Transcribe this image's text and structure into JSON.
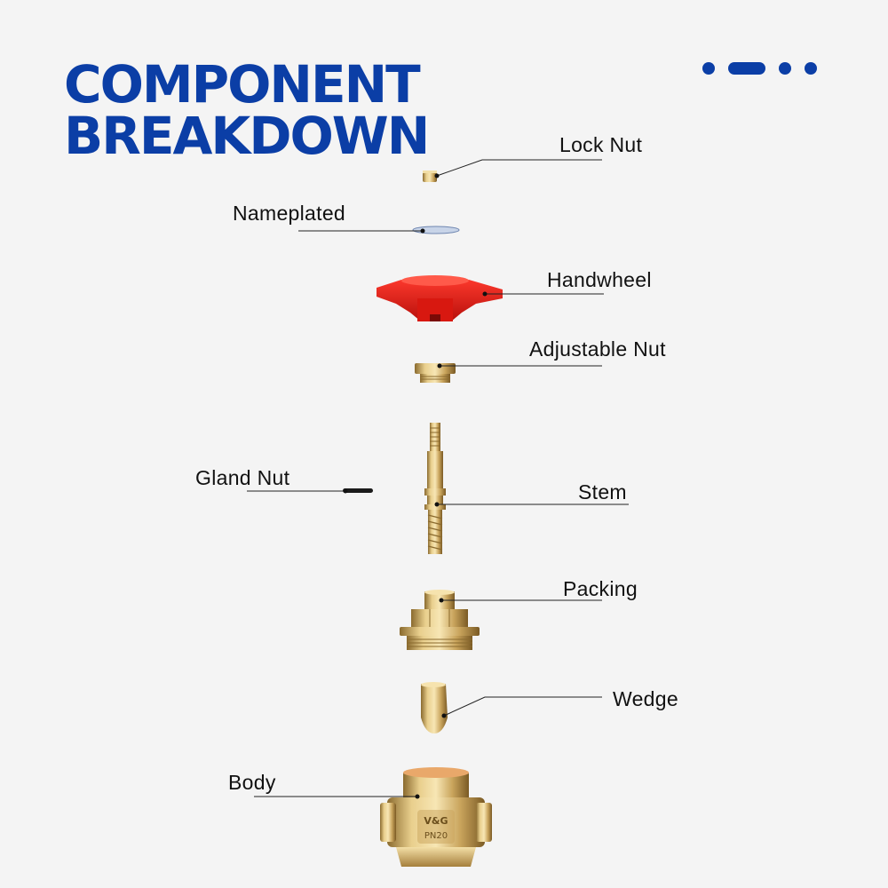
{
  "heading": {
    "line1": "COMPONENT",
    "line2": "BREAKDOWN"
  },
  "accent_color": "#0b3ea6",
  "labels": {
    "lock_nut": "Lock Nut",
    "nameplated": "Nameplated",
    "handwheel": "Handwheel",
    "adjustable_nut": "Adjustable Nut",
    "gland_nut": "Gland Nut",
    "stem": "Stem",
    "packing": "Packing",
    "wedge": "Wedge",
    "body": "Body"
  },
  "body_marking": {
    "brand": "V&G",
    "rating": "PN20"
  }
}
